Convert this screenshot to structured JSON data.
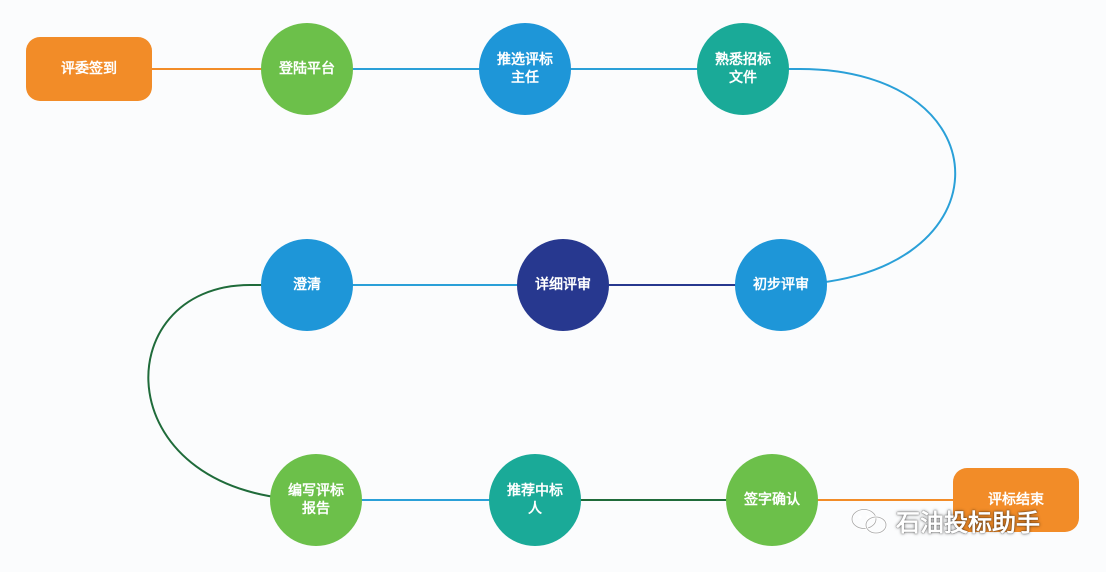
{
  "nodes": [
    {
      "id": "n1",
      "label": "评委签到",
      "shape": "pill",
      "color": "#f28c28"
    },
    {
      "id": "n2",
      "label": "登陆平台",
      "shape": "circle",
      "color": "#6cc04a"
    },
    {
      "id": "n3",
      "label": "推选评标\n主任",
      "shape": "circle",
      "color": "#1e96d8"
    },
    {
      "id": "n4",
      "label": "熟悉招标\n文件",
      "shape": "circle",
      "color": "#1aaa98"
    },
    {
      "id": "n5",
      "label": "初步评审",
      "shape": "circle",
      "color": "#1e96d8"
    },
    {
      "id": "n6",
      "label": "详细评审",
      "shape": "circle",
      "color": "#27388f"
    },
    {
      "id": "n7",
      "label": "澄清",
      "shape": "circle",
      "color": "#1e96d8"
    },
    {
      "id": "n8",
      "label": "编写评标\n报告",
      "shape": "circle",
      "color": "#6cc04a"
    },
    {
      "id": "n9",
      "label": "推荐中标\n人",
      "shape": "circle",
      "color": "#1aaa98"
    },
    {
      "id": "n10",
      "label": "签字确认",
      "shape": "circle",
      "color": "#6cc04a"
    },
    {
      "id": "n11",
      "label": "评标结束",
      "shape": "pill",
      "color": "#f28c28"
    }
  ],
  "edges": [
    {
      "from": "n1",
      "to": "n2",
      "color": "#f28c28"
    },
    {
      "from": "n2",
      "to": "n3",
      "color": "#2aa0d8"
    },
    {
      "from": "n3",
      "to": "n4",
      "color": "#2aa0d8"
    },
    {
      "from": "n4",
      "to": "n5",
      "color": "#2aa0d8",
      "curve": "right"
    },
    {
      "from": "n5",
      "to": "n6",
      "color": "#27388f"
    },
    {
      "from": "n6",
      "to": "n7",
      "color": "#2aa0d8"
    },
    {
      "from": "n7",
      "to": "n8",
      "color": "#1f6b3a",
      "curve": "left"
    },
    {
      "from": "n8",
      "to": "n9",
      "color": "#2aa0d8"
    },
    {
      "from": "n9",
      "to": "n10",
      "color": "#1f6b3a"
    },
    {
      "from": "n10",
      "to": "n11",
      "color": "#f28c28"
    }
  ],
  "watermark": {
    "text": "石油投标助手",
    "icon": "wechat-icon"
  }
}
